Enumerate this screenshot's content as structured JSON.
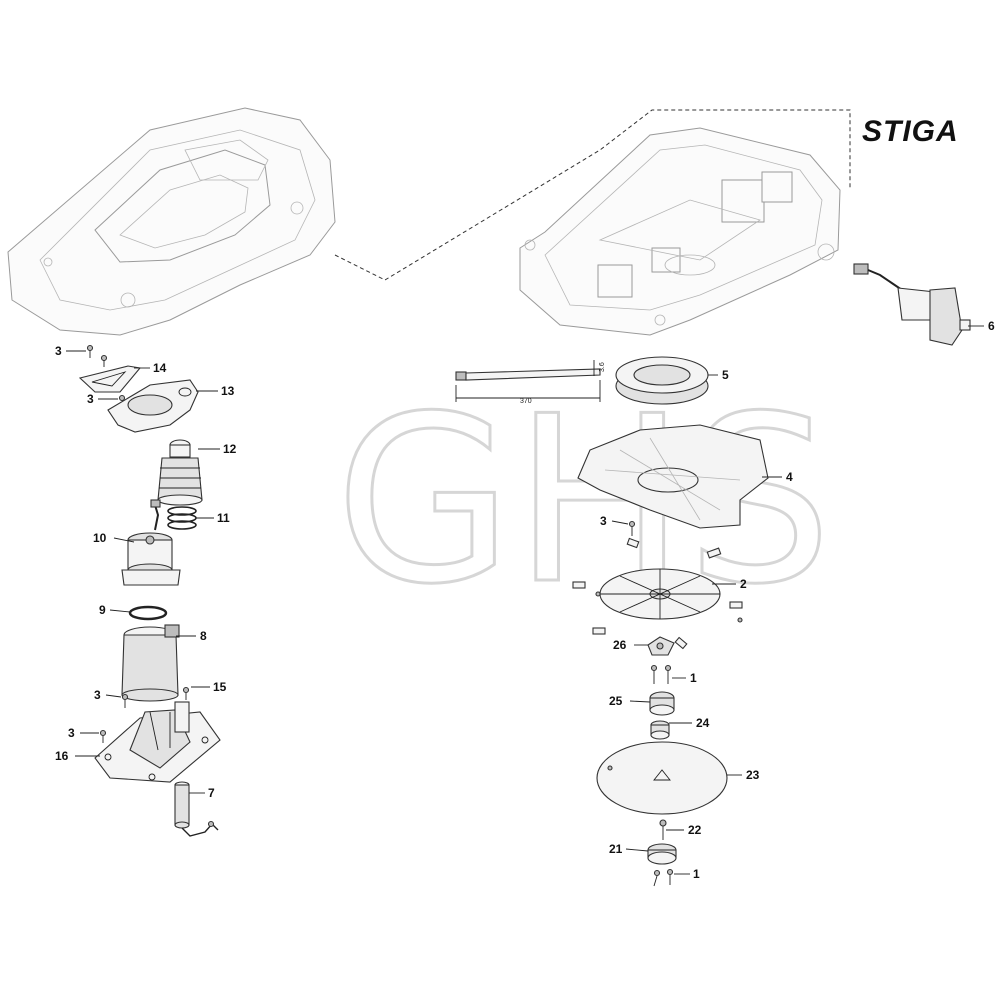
{
  "brand": {
    "logo_text": "STIGA"
  },
  "watermark": {
    "text": "GHS"
  },
  "cable_tie": {
    "length_label": "370",
    "width_label": "3.6"
  },
  "callouts": [
    {
      "id": "c3a",
      "label": "3"
    },
    {
      "id": "c14",
      "label": "14"
    },
    {
      "id": "c3b",
      "label": "3"
    },
    {
      "id": "c13",
      "label": "13"
    },
    {
      "id": "c12",
      "label": "12"
    },
    {
      "id": "c11",
      "label": "11"
    },
    {
      "id": "c10",
      "label": "10"
    },
    {
      "id": "c9",
      "label": "9"
    },
    {
      "id": "c8",
      "label": "8"
    },
    {
      "id": "c3c",
      "label": "3"
    },
    {
      "id": "c15",
      "label": "15"
    },
    {
      "id": "c3d",
      "label": "3"
    },
    {
      "id": "c16",
      "label": "16"
    },
    {
      "id": "c7",
      "label": "7"
    },
    {
      "id": "c6",
      "label": "6"
    },
    {
      "id": "c5",
      "label": "5"
    },
    {
      "id": "c4",
      "label": "4"
    },
    {
      "id": "c3e",
      "label": "3"
    },
    {
      "id": "c2",
      "label": "2"
    },
    {
      "id": "c26",
      "label": "26"
    },
    {
      "id": "c1a",
      "label": "1"
    },
    {
      "id": "c25",
      "label": "25"
    },
    {
      "id": "c24",
      "label": "24"
    },
    {
      "id": "c23",
      "label": "23"
    },
    {
      "id": "c22",
      "label": "22"
    },
    {
      "id": "c21",
      "label": "21"
    },
    {
      "id": "c1b",
      "label": "1"
    }
  ]
}
